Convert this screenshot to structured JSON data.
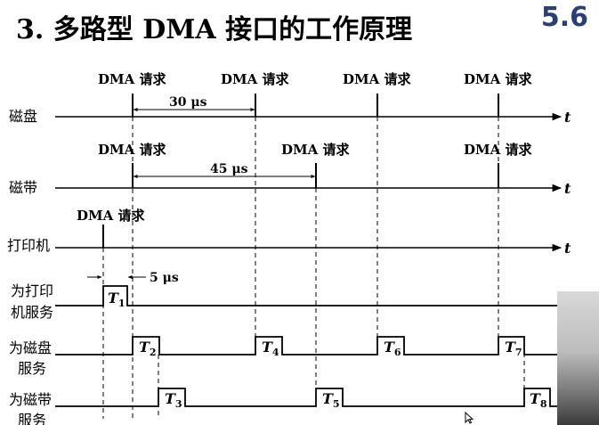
{
  "title": "3. 多路型 DMA 接口的工作原理",
  "section_number": "5.6",
  "time_axis_label": "t",
  "rows": {
    "disk": {
      "label": "磁盘",
      "requests": [
        "DMA 请求",
        "DMA 请求",
        "DMA 请求",
        "DMA 请求"
      ],
      "interval": "30 μs"
    },
    "tape": {
      "label": "磁带",
      "requests": [
        "DMA 请求",
        "DMA 请求",
        "DMA 请求"
      ],
      "interval": "45 μs"
    },
    "printer": {
      "label": "打印机",
      "requests": [
        "DMA 请求"
      ]
    },
    "serve_printer": {
      "label_line1": "为打印",
      "label_line2": "机服务",
      "duration": "5 μs",
      "pulses": [
        "T1"
      ]
    },
    "serve_disk": {
      "label_line1": "为磁盘",
      "label_line2": "服务",
      "pulses": [
        "T2",
        "T4",
        "T6",
        "T7"
      ]
    },
    "serve_tape": {
      "label_line1": "为磁带",
      "label_line2": "服务",
      "pulses": [
        "T3",
        "T5",
        "T8"
      ]
    }
  },
  "colors": {
    "line": "#000000",
    "section_number": "#2a3f73"
  },
  "icons": [
    "cursor-icon"
  ]
}
